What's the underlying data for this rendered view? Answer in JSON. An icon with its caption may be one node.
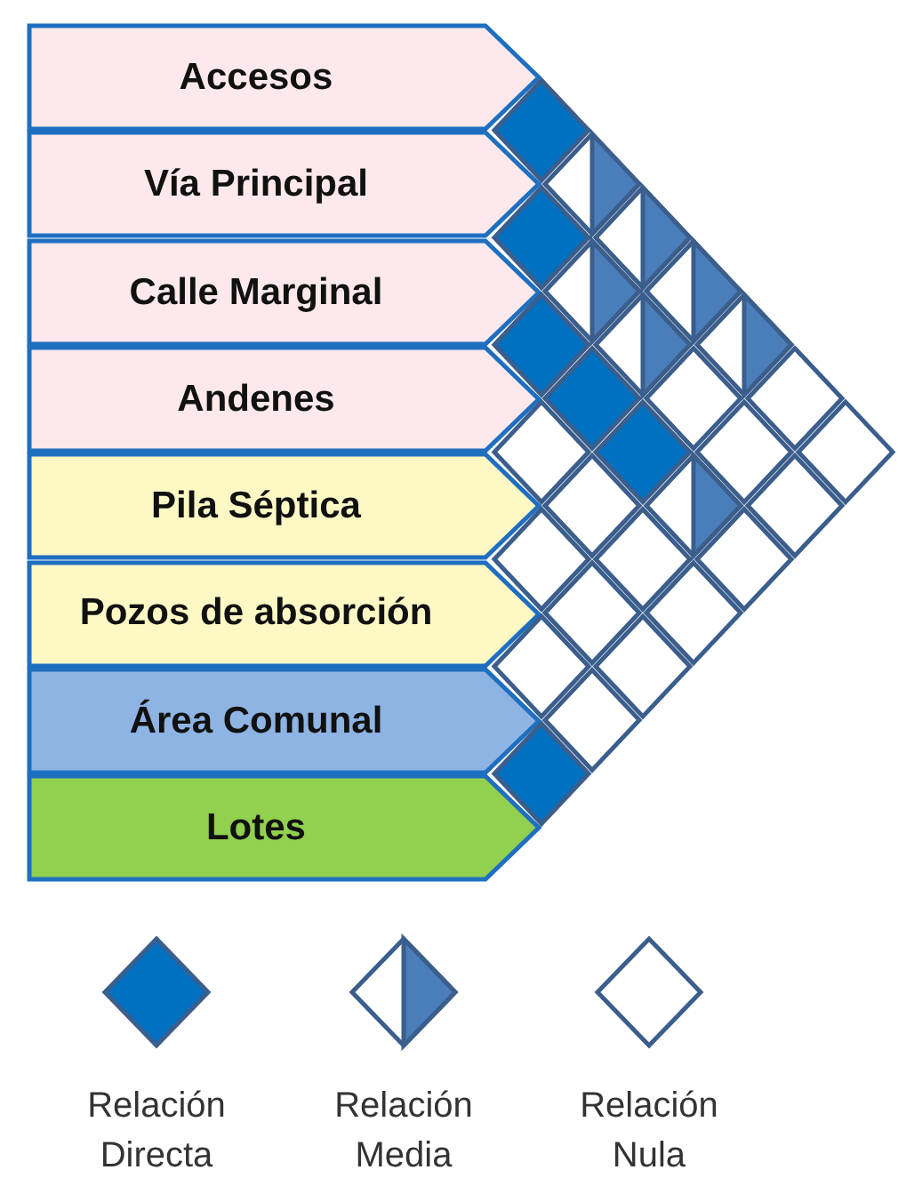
{
  "diagram": {
    "nodes": [
      {
        "text": [
          "Accesos"
        ]
      },
      {
        "text": [
          "Vía Principal"
        ]
      },
      {
        "text": [
          "Calle Marginal"
        ]
      },
      {
        "text": [
          "Andenes"
        ]
      },
      {
        "text": [
          "Pila Séptica"
        ]
      },
      {
        "text": [
          "Pozos de absorción"
        ]
      },
      {
        "text": [
          "Área Comunal"
        ]
      },
      {
        "text": [
          "Lotes"
        ]
      },
      {
        "text": [],
        "shape": "diamond"
      },
      {
        "text": [],
        "shape": "diamond"
      },
      {
        "text": [],
        "shape": "diamond"
      },
      {
        "text": [],
        "shape": "diamond"
      },
      {
        "text": [],
        "shape": "diamond"
      },
      {
        "text": [],
        "shape": "diamond"
      },
      {
        "text": [],
        "shape": "diamond"
      },
      {
        "text": [],
        "shape": "diamond"
      },
      {
        "text": [],
        "shape": "diamond"
      },
      {
        "text": [],
        "shape": "diamond"
      },
      {
        "text": [],
        "shape": "diamond"
      },
      {
        "text": [],
        "shape": "diamond"
      },
      {
        "text": [],
        "shape": "diamond"
      },
      {
        "text": [],
        "shape": "diamond"
      },
      {
        "text": [],
        "shape": "diamond"
      },
      {
        "text": [],
        "shape": "diamond"
      },
      {
        "text": [],
        "shape": "diamond"
      },
      {
        "text": [],
        "shape": "diamond"
      },
      {
        "text": [],
        "shape": "diamond"
      },
      {
        "text": [],
        "shape": "diamond"
      },
      {
        "text": [],
        "shape": "diamond"
      },
      {
        "text": [],
        "shape": "diamond"
      },
      {
        "text": [],
        "shape": "diamond"
      },
      {
        "text": [],
        "shape": "diamond"
      },
      {
        "text": [],
        "shape": "diamond"
      },
      {
        "text": [],
        "shape": "diamond"
      },
      {
        "text": [],
        "shape": "diamond"
      },
      {
        "text": [],
        "shape": "diamond"
      },
      {
        "text": [],
        "shape": "diamond"
      },
      {
        "text": [],
        "shape": "diamond"
      },
      {
        "text": [],
        "shape": "diamond"
      }
    ],
    "legend": [
      {
        "text": "Relación Directa"
      },
      {
        "text": "Relación Media"
      },
      {
        "text": "Relación Nula"
      }
    ]
  }
}
